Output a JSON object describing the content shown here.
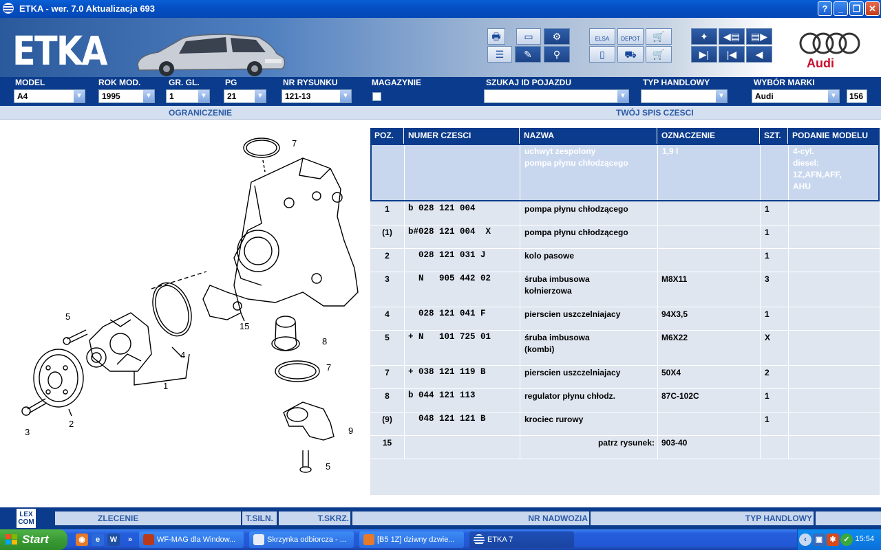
{
  "window": {
    "title": "ETKA - wer. 7.0 Aktualizacja 693",
    "help_label": "?",
    "min_label": "_",
    "max_label": "❐",
    "close_label": "✕"
  },
  "banner": {
    "logo": "ETKA",
    "brand_text": "Audi",
    "tools_left": [
      "printer-icon",
      "monitor-icon",
      "parts-icon",
      "list-icon",
      "edit-icon",
      "bike-icon"
    ],
    "tools_mid": [
      "elsa-icon",
      "depot-icon",
      "cart-icon",
      "device-icon",
      "car-icon",
      "cart-plus-icon"
    ],
    "elsa_label": "ELSA",
    "depot_label": "DEPOT",
    "tools_right": [
      "pin-icon",
      "prev-page-icon",
      "next-page-icon",
      "exit-icon",
      "first-icon",
      "back-icon"
    ]
  },
  "filters": {
    "model_label": "MODEL",
    "model_value": "A4",
    "year_label": "ROK MOD.",
    "year_value": "1995",
    "group_label": "GR. GL.",
    "group_value": "1",
    "pg_label": "PG",
    "pg_value": "21",
    "drawing_label": "NR RYSUNKU",
    "drawing_value": "121-13",
    "stock_label": "MAGAZYNIE",
    "vehicle_label": "SZUKAJ ID POJAZDU",
    "vehicle_value": "",
    "trade_label": "TYP HANDLOWY",
    "trade_value": "",
    "brand_label": "WYBÓR MARKI",
    "brand_value": "Audi",
    "count": "156"
  },
  "subbar": {
    "left": "OGRANICZENIE",
    "right": "TWÓJ SPIS CZESCI"
  },
  "drawing": {
    "callouts": [
      "7",
      "5",
      "8",
      "7",
      "4",
      "15",
      "1",
      "2",
      "3",
      "9",
      "5"
    ]
  },
  "table": {
    "headers": [
      "POZ.",
      "NUMER CZESCI",
      "NAZWA",
      "OZNACZENIE",
      "SZT.",
      "PODANIE MODELU"
    ],
    "group": {
      "name_line1": "uchwyt zespolony",
      "name_line2": "pompa płynu chłodzącego",
      "designation": "1,9 l",
      "model_line1": "4-cyl.",
      "model_line2": "diesel:",
      "model_line3": "1Z,AFN,AFF,",
      "model_line4": "AHU"
    },
    "rows": [
      {
        "pos": "1",
        "number": "b 028 121 004",
        "name": "pompa płynu chłodzącego",
        "name2": "",
        "designation": "",
        "qty": "1",
        "model": ""
      },
      {
        "pos": "(1)",
        "number": "b#028 121 004  X",
        "name": "pompa płynu chłodzącego",
        "name2": "",
        "designation": "",
        "qty": "1",
        "model": ""
      },
      {
        "pos": "2",
        "number": "  028 121 031 J",
        "name": "kolo pasowe",
        "name2": "",
        "designation": "",
        "qty": "1",
        "model": ""
      },
      {
        "pos": "3",
        "number": "  N   905 442 02",
        "name": "śruba imbusowa",
        "name2": "kołnierzowa",
        "designation": "M8X11",
        "qty": "3",
        "model": ""
      },
      {
        "pos": "4",
        "number": "  028 121 041 F",
        "name": "pierscien uszczelniajacy",
        "name2": "",
        "designation": "94X3,5",
        "qty": "1",
        "model": ""
      },
      {
        "pos": "5",
        "number": "+ N   101 725 01",
        "name": "śruba imbusowa",
        "name2": "(kombi)",
        "designation": "M6X22",
        "qty": "X",
        "model": ""
      },
      {
        "pos": "7",
        "number": "+ 038 121 119 B",
        "name": "pierscien uszczelniajacy",
        "name2": "",
        "designation": "50X4",
        "qty": "2",
        "model": ""
      },
      {
        "pos": "8",
        "number": "b 044 121 113",
        "name": "regulator płynu chłodz.",
        "name2": "",
        "designation": "87C-102C",
        "qty": "1",
        "model": ""
      },
      {
        "pos": "(9)",
        "number": "  048 121 121 B",
        "name": "krociec rurowy",
        "name2": "",
        "designation": "",
        "qty": "1",
        "model": ""
      },
      {
        "pos": "15",
        "number": "",
        "name": "patrz rysunek:",
        "name2": "",
        "designation": "903-40",
        "qty": "",
        "model": ""
      }
    ]
  },
  "bottombar": {
    "lex_line1": "LEX",
    "lex_line2": "COM",
    "order": "ZLECENIE",
    "engine": "T.SILN.",
    "gearbox": "T.SKRZ.",
    "body": "NR NADWOZIA",
    "trade": "TYP HANDLOWY"
  },
  "taskbar": {
    "start": "Start",
    "more": "»",
    "tasks": [
      "WF-MAG dla Window...",
      "Skrzynka odbiorcza - ...",
      "[B5 1Z] dziwny dzwie...",
      "ETKA 7"
    ],
    "clock": "15:54"
  },
  "colors": {
    "nav_blue": "#0b3b8c",
    "light_blue": "#c9d7ee",
    "row_bg": "#dfe6f0",
    "audi_red": "#c8102e"
  }
}
